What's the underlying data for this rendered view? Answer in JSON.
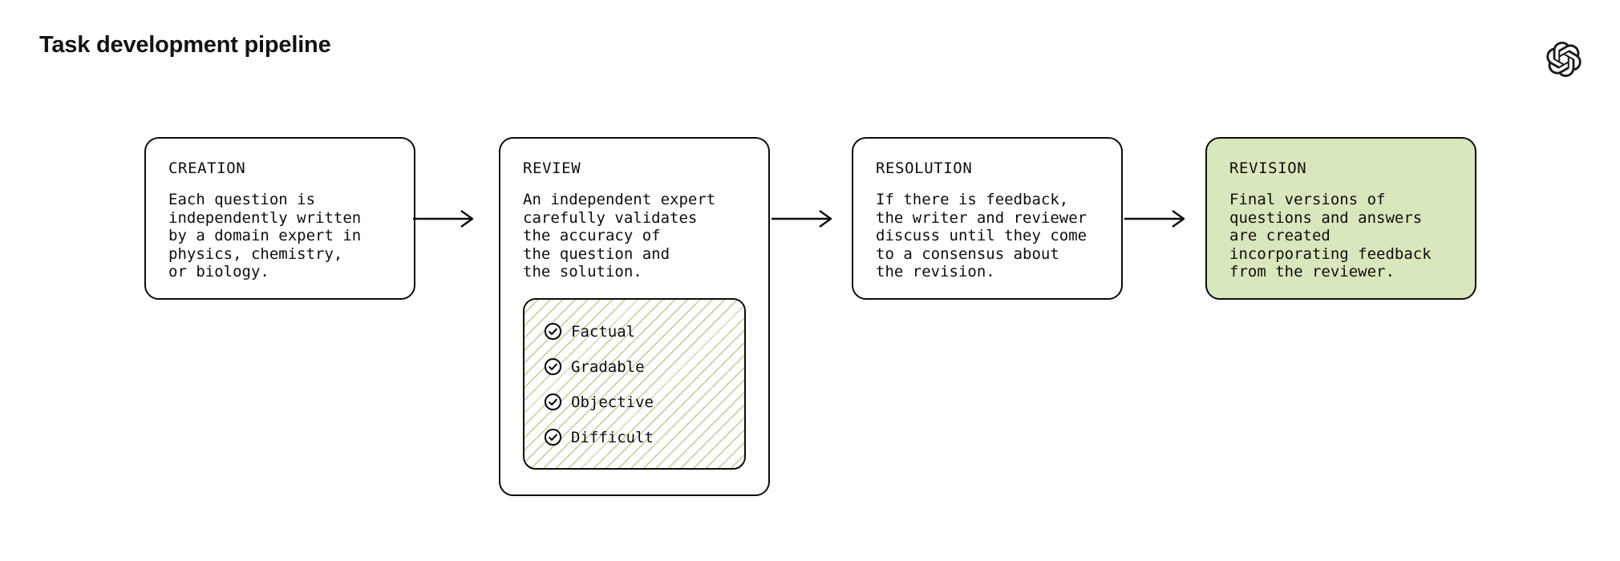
{
  "page": {
    "title": "Task development pipeline"
  },
  "logo": {
    "name": "openai-logo"
  },
  "colors": {
    "background": "#ffffff",
    "text": "#0e0e0e",
    "box_border": "#0c0c0c",
    "arrow": "#0c0c0c",
    "highlight_fill": "#d8e7bc",
    "hatch_line": "#b7d28e"
  },
  "pipeline": {
    "stages": [
      {
        "id": "creation",
        "title": "CREATION",
        "body": "Each question is\nindependently written\nby a domain expert in\nphysics, chemistry,\nor biology.",
        "highlighted": false
      },
      {
        "id": "review",
        "title": "REVIEW",
        "body": "An independent expert\ncarefully validates\nthe accuracy of\nthe question and\nthe solution.",
        "highlighted": false,
        "checklist": [
          "Factual",
          "Gradable",
          "Objective",
          "Difficult"
        ]
      },
      {
        "id": "resolution",
        "title": "RESOLUTION",
        "body": "If there is feedback,\nthe writer and reviewer\ndiscuss until they come\nto a consensus about\nthe revision.",
        "highlighted": false
      },
      {
        "id": "revision",
        "title": "REVISION",
        "body": "Final versions of\nquestions and answers\nare created\nincorporating feedback\nfrom the reviewer.",
        "highlighted": true
      }
    ]
  }
}
